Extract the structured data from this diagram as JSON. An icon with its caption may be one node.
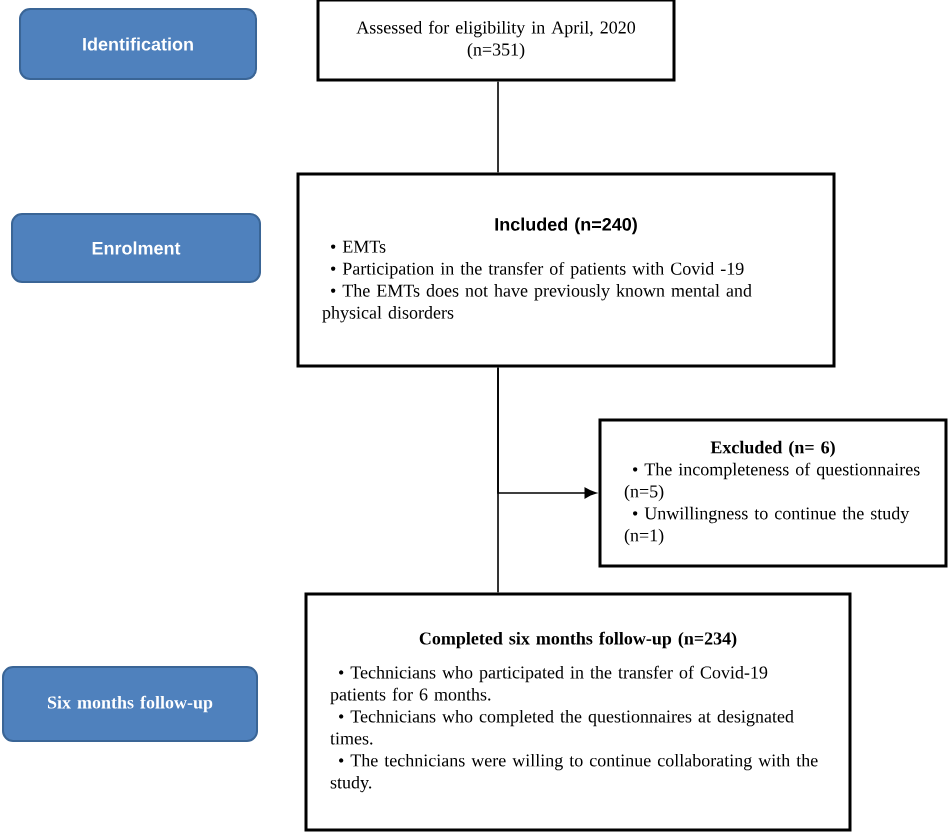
{
  "diagram": {
    "nodes": [
      {
        "text": [
          "Identification"
        ]
      },
      {
        "text": [
          "Enrolment"
        ]
      },
      {
        "text": [
          "Six months follow-up"
        ]
      },
      {
        "text": [
          "Assessed for eligibility in April, 2020 (n=351)"
        ]
      },
      {
        "text": [
          "Included (n=240)",
          "•   EMTs",
          "•   Participation in the transfer of patients with Covid -19",
          "•   The EMTs does not have previously known mental and physical disorders"
        ]
      },
      {
        "text": [
          "Excluded (n= 6)",
          "•  The incompleteness of questionnaires (n=5)",
          "•  Unwillingness to continue the study (n=1)"
        ]
      },
      {
        "text": [
          "Completed six months follow-up (n=234)",
          "• Technicians who participated in the transfer of Covid-19 patients for 6 months.",
          "• Technicians who completed the questionnaires at designated times.",
          "• The technicians were willing to continue collaborating with the study."
        ]
      }
    ],
    "edges": [
      {
        "from": 3,
        "to": 4,
        "arrow": "none"
      },
      {
        "from": 4,
        "to": 6,
        "arrow": "none"
      },
      {
        "from": 4,
        "to": 5,
        "arrow": "to"
      }
    ]
  }
}
